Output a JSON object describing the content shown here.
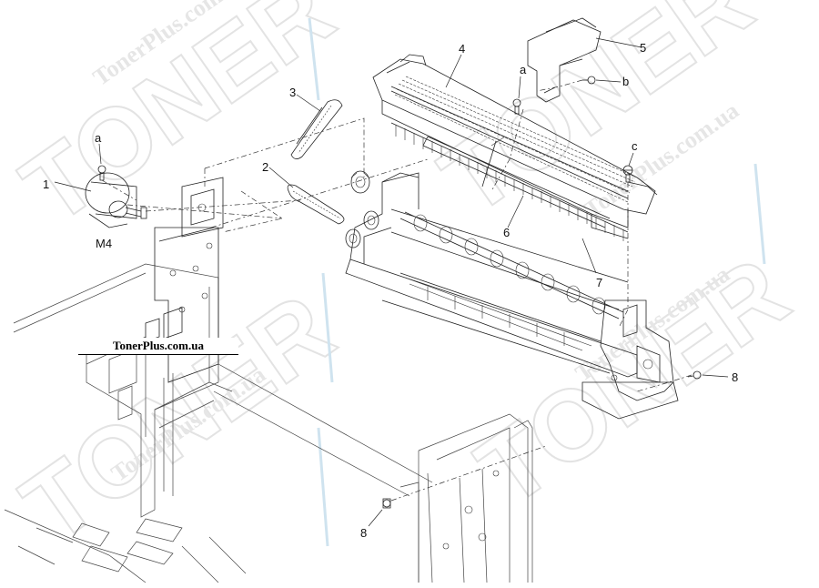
{
  "watermark": {
    "brand": "TONER",
    "site": "TonerPlus.com.ua"
  },
  "site_label": "TonerPlus.com.ua",
  "callouts": {
    "c1": "1",
    "c2": "2",
    "c3": "3",
    "c4": "4",
    "c5": "5",
    "c6": "6",
    "c7": "7",
    "c8_right": "8",
    "c8_bottom": "8",
    "ca_left": "a",
    "ca_top": "a",
    "cb": "b",
    "cc": "c",
    "m4": "M4"
  },
  "colors": {
    "line": "#222222",
    "watermark": "#e3e3e3",
    "background": "#ffffff"
  }
}
